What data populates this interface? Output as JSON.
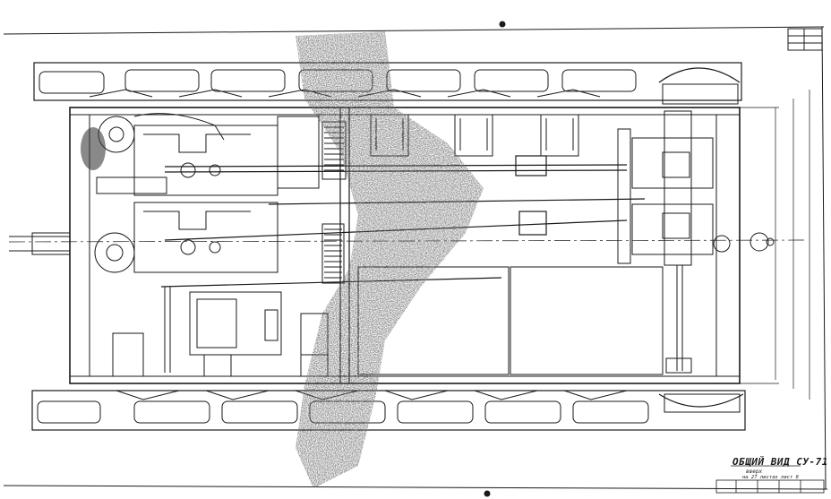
{
  "drawing": {
    "title": "ОБЩИЙ ВИД СУ-71",
    "subtitle": "вверх",
    "note": "на 27 листах лист 8"
  },
  "colors": {
    "ink": "#1a1a1a",
    "paper": "#ffffff",
    "smudge": "#3a3a3a"
  }
}
